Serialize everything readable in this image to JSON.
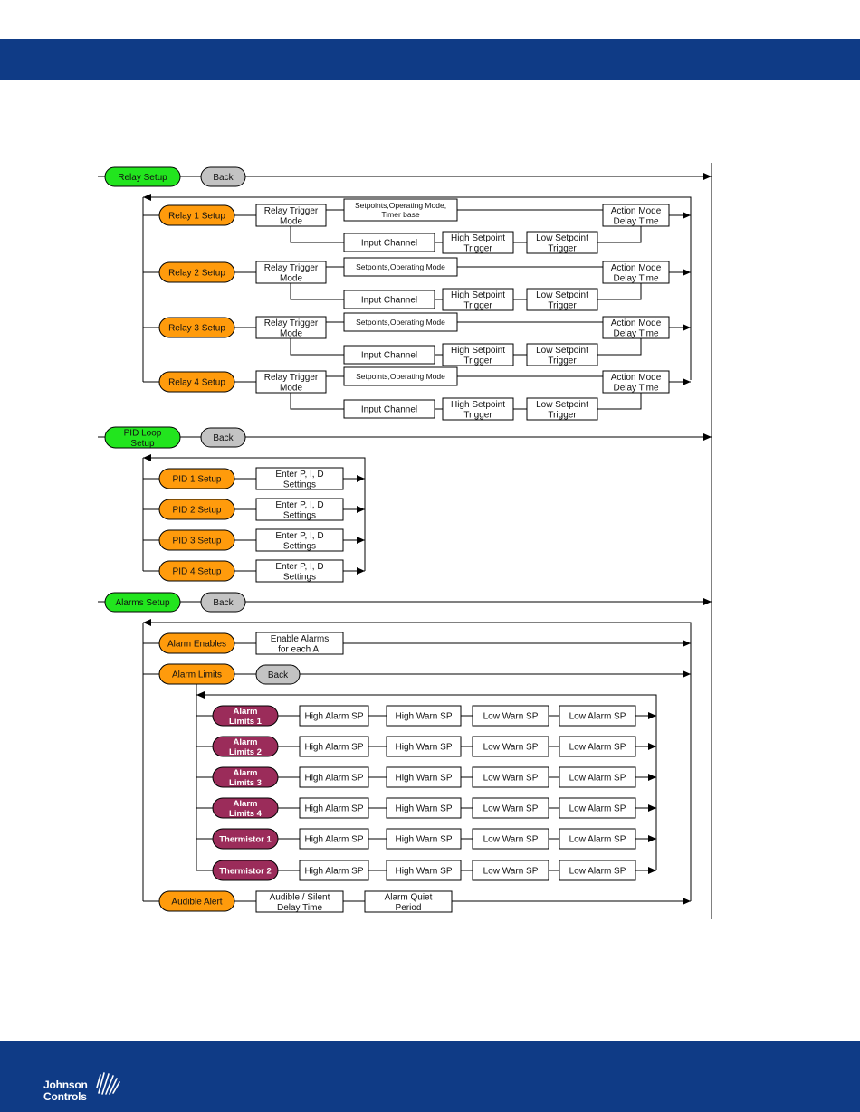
{
  "colors": {
    "header_bar": "#0f3b86",
    "green": "#22e51e",
    "gray": "#c3c3c3",
    "orange": "#ff9b0c",
    "maroon": "#9b2c5a",
    "line": "#000000"
  },
  "footer": {
    "logo_line1": "Johnson",
    "logo_line2": "Controls",
    "logo_icon": "johnson-controls-mark-icon"
  },
  "common": {
    "back": "Back",
    "relay_trigger_mode": [
      "Relay Trigger",
      "Mode"
    ],
    "input_channel": "Input Channel",
    "high_setpoint_trigger": [
      "High Setpoint",
      "Trigger"
    ],
    "low_setpoint_trigger": [
      "Low Setpoint",
      "Trigger"
    ],
    "action_mode_delay": [
      "Action Mode",
      "Delay Time"
    ],
    "enter_pid": [
      "Enter P, I, D",
      "Settings"
    ],
    "high_alarm_sp": "High Alarm SP",
    "high_warn_sp": "High Warn SP",
    "low_warn_sp": "Low Warn SP",
    "low_alarm_sp": "Low Alarm SP"
  },
  "relay": {
    "title": [
      "Relay Setup"
    ],
    "items": [
      {
        "label": "Relay 1 Setup",
        "setpoints": [
          "Setpoints,Operating Mode,",
          "Timer base"
        ]
      },
      {
        "label": "Relay 2 Setup",
        "setpoints": [
          "Setpoints,Operating Mode"
        ]
      },
      {
        "label": "Relay 3 Setup",
        "setpoints": [
          "Setpoints,Operating Mode"
        ]
      },
      {
        "label": "Relay 4 Setup",
        "setpoints": [
          "Setpoints,Operating Mode"
        ]
      }
    ]
  },
  "pid": {
    "title": [
      "PID Loop",
      "Setup"
    ],
    "items": [
      "PID 1 Setup",
      "PID 2 Setup",
      "PID 3 Setup",
      "PID 4 Setup"
    ]
  },
  "alarms": {
    "title": [
      "Alarms Setup"
    ],
    "enables": {
      "label": "Alarm Enables",
      "box": [
        "Enable Alarms",
        "for each AI"
      ]
    },
    "limits_label": "Alarm Limits",
    "limits": [
      [
        "Alarm",
        "Limits 1"
      ],
      [
        "Alarm",
        "Limits 2"
      ],
      [
        "Alarm",
        "Limits 3"
      ],
      [
        "Alarm",
        "Limits 4"
      ],
      [
        "Thermistor 1"
      ],
      [
        "Thermistor 2"
      ]
    ],
    "audible": {
      "label": "Audible Alert",
      "box1": [
        "Audible / Silent",
        "Delay Time"
      ],
      "box2": [
        "Alarm Quiet",
        "Period"
      ]
    }
  }
}
